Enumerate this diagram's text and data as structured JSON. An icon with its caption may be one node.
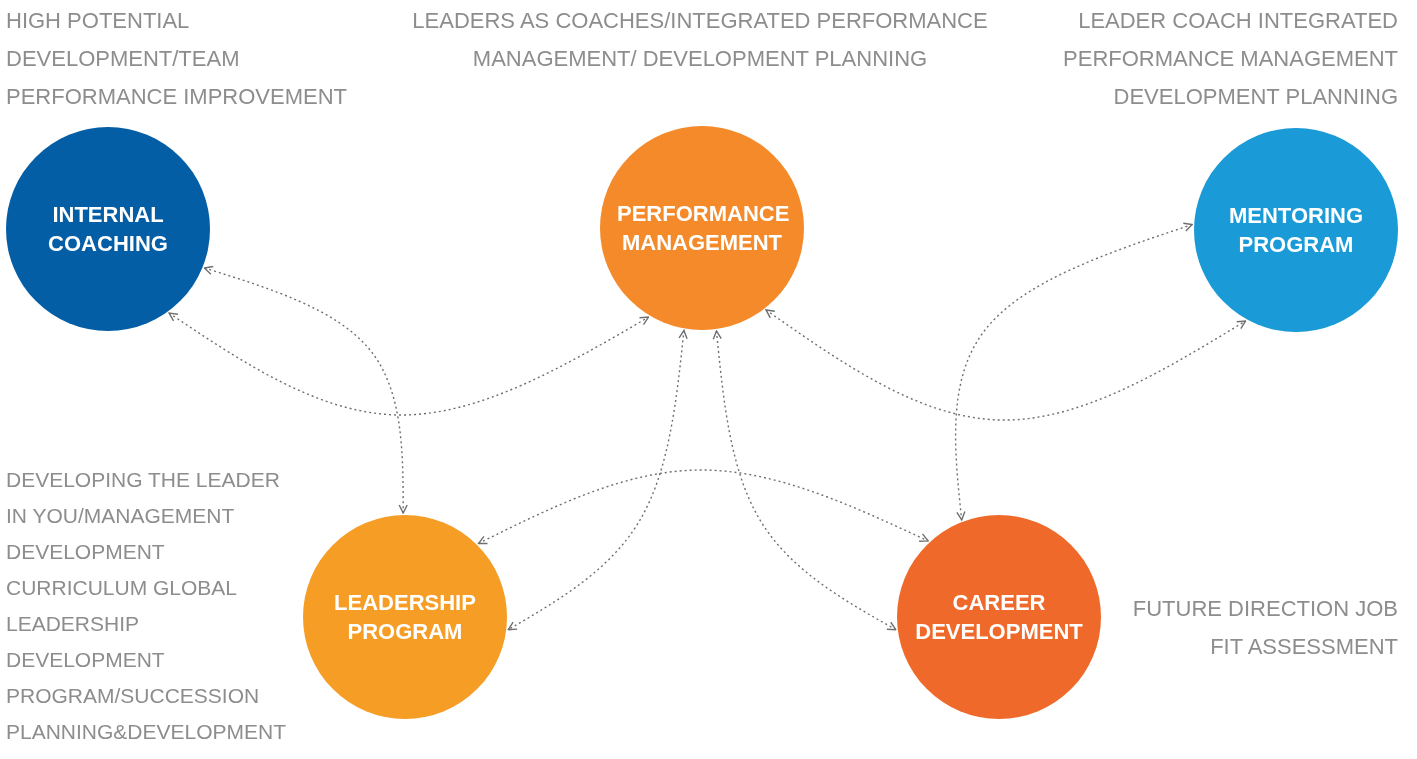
{
  "diagram": {
    "nodes": [
      {
        "text": [
          "INTERNAL COACHING"
        ],
        "beside": [
          "HIGH POTENTIAL DEVELOPMENT/TEAM PERFORMANCE IMPROVEMENT"
        ]
      },
      {
        "text": [
          "PERFORMANCE MANAGEMENT"
        ],
        "beside": [
          "LEADERS AS COACHES/INTEGRATED PERFORMANCE MANAGEMENT/ DEVELOPMENT PLANNING"
        ]
      },
      {
        "text": [
          "MENTORING PROGRAM"
        ],
        "beside": [
          "LEADER COACH INTEGRATED PERFORMANCE MANAGEMENT DEVELOPMENT PLANNING"
        ]
      },
      {
        "text": [
          "LEADERSHIP PROGRAM"
        ],
        "beside": [
          "DEVELOPING THE LEADER IN YOU/MANAGEMENT DEVELOPMENT CURRICULUM GLOBAL LEADERSHIP DEVELOPMENT PROGRAM/SUCCESSION PLANNING&DEVELOPMENT"
        ]
      },
      {
        "text": [
          "CAREER DEVELOPMENT"
        ],
        "beside": [
          "FUTURE DIRECTION JOB FIT ASSESSMENT"
        ]
      }
    ],
    "edges": [
      {
        "from": 0,
        "to": 3,
        "arrow": "both",
        "style": "dashed"
      },
      {
        "from": 0,
        "to": 1,
        "arrow": "both",
        "style": "dashed"
      },
      {
        "from": 1,
        "to": 3,
        "arrow": "both",
        "style": "dashed"
      },
      {
        "from": 1,
        "to": 4,
        "arrow": "both",
        "style": "dashed"
      },
      {
        "from": 1,
        "to": 2,
        "arrow": "both",
        "style": "dashed"
      },
      {
        "from": 2,
        "to": 4,
        "arrow": "both",
        "style": "dashed"
      },
      {
        "from": 3,
        "to": 4,
        "arrow": "both",
        "style": "dashed"
      }
    ]
  }
}
